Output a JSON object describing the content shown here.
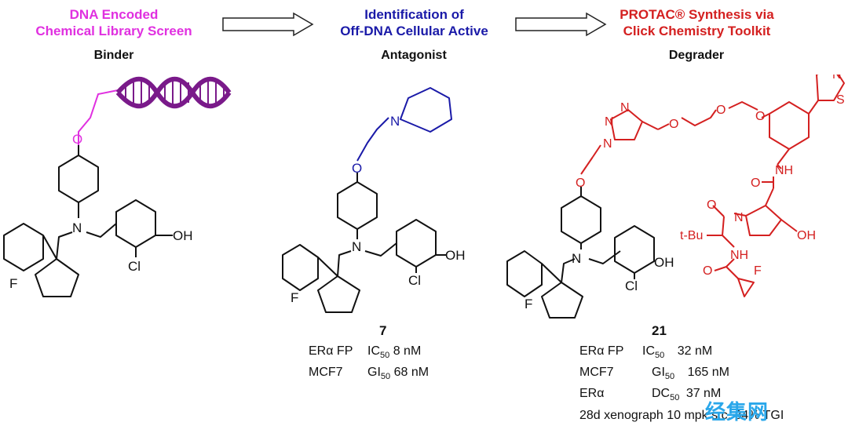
{
  "panels": [
    {
      "title1": "DNA Encoded",
      "title2": "Chemical Library Screen",
      "title_color": "#e030e0",
      "subtitle": "Binder"
    },
    {
      "title1": "Identification of",
      "title2": "Off-DNA Cellular Active",
      "title_color": "#1a1aa8",
      "subtitle": "Antagonist"
    },
    {
      "title1": "PROTAC® Synthesis via",
      "title2": "Click Chemistry Toolkit",
      "title_color": "#d42020",
      "subtitle": "Degrader"
    }
  ],
  "colors": {
    "linker_pink": "#e030e0",
    "piperidine_blue": "#1a1aa8",
    "protac_red": "#d42020",
    "dna_purple": "#7a1a8a"
  },
  "atoms": {
    "O": "O",
    "N": "N",
    "F": "F",
    "Cl": "Cl",
    "OH": "OH",
    "S": "S",
    "NH": "NH",
    "tBu": "t-Bu"
  },
  "compound7": {
    "label": "7",
    "row1_a": "ERα FP",
    "row1_b": "IC",
    "row1_sub": "50",
    "row1_c": "8 nM",
    "row2_a": "MCF7",
    "row2_b": "GI",
    "row2_sub": "50",
    "row2_c": "68 nM"
  },
  "compound21": {
    "label": "21",
    "row1_a": "ERα FP",
    "row1_b": "IC",
    "row1_sub": "50",
    "row1_c": "32 nM",
    "row2_a": "MCF7",
    "row2_b": "GI",
    "row2_sub": "50",
    "row2_c": "165 nM",
    "row3_a": "ERα",
    "row3_b": "DC",
    "row3_sub": "50",
    "row3_c": "37 nM",
    "row4": "28d xenograph 10 mpk s.c. 84% TGI"
  },
  "watermark": "经集网"
}
